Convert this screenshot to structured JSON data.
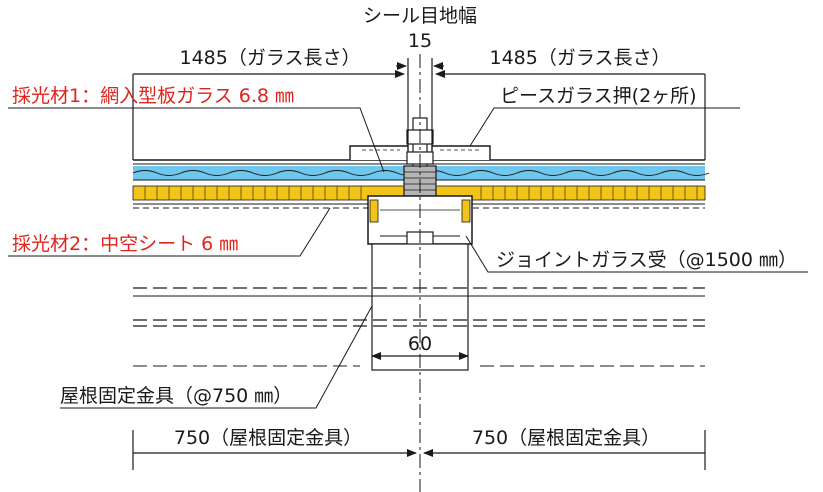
{
  "labels": {
    "seal_joint_width": "シール目地幅",
    "seal_value": "15",
    "glass_length_left": "1485（ガラス長さ）",
    "glass_length_right": "1485（ガラス長さ）",
    "material1": "採光材1：網入型板ガラス 6.8 ㎜",
    "piece_glass_holder": "ピースガラス押(2ヶ所)",
    "material2": "採光材2：中空シート 6 ㎜",
    "joint_glass_receiver": "ジョイントガラス受（@1500 ㎜）",
    "dimension_60": "60",
    "roof_fixing_bracket": "屋根固定金具（@750 ㎜）",
    "bracket_spacing_left": "750（屋根固定金具）",
    "bracket_spacing_right": "750（屋根固定金具）"
  },
  "colors": {
    "line": "#1a1a1a",
    "label_red": "#e1241b",
    "glass_blue": "#6fc7ee",
    "sheet_yellow": "#f2c419",
    "leader_gray": "#666666"
  }
}
